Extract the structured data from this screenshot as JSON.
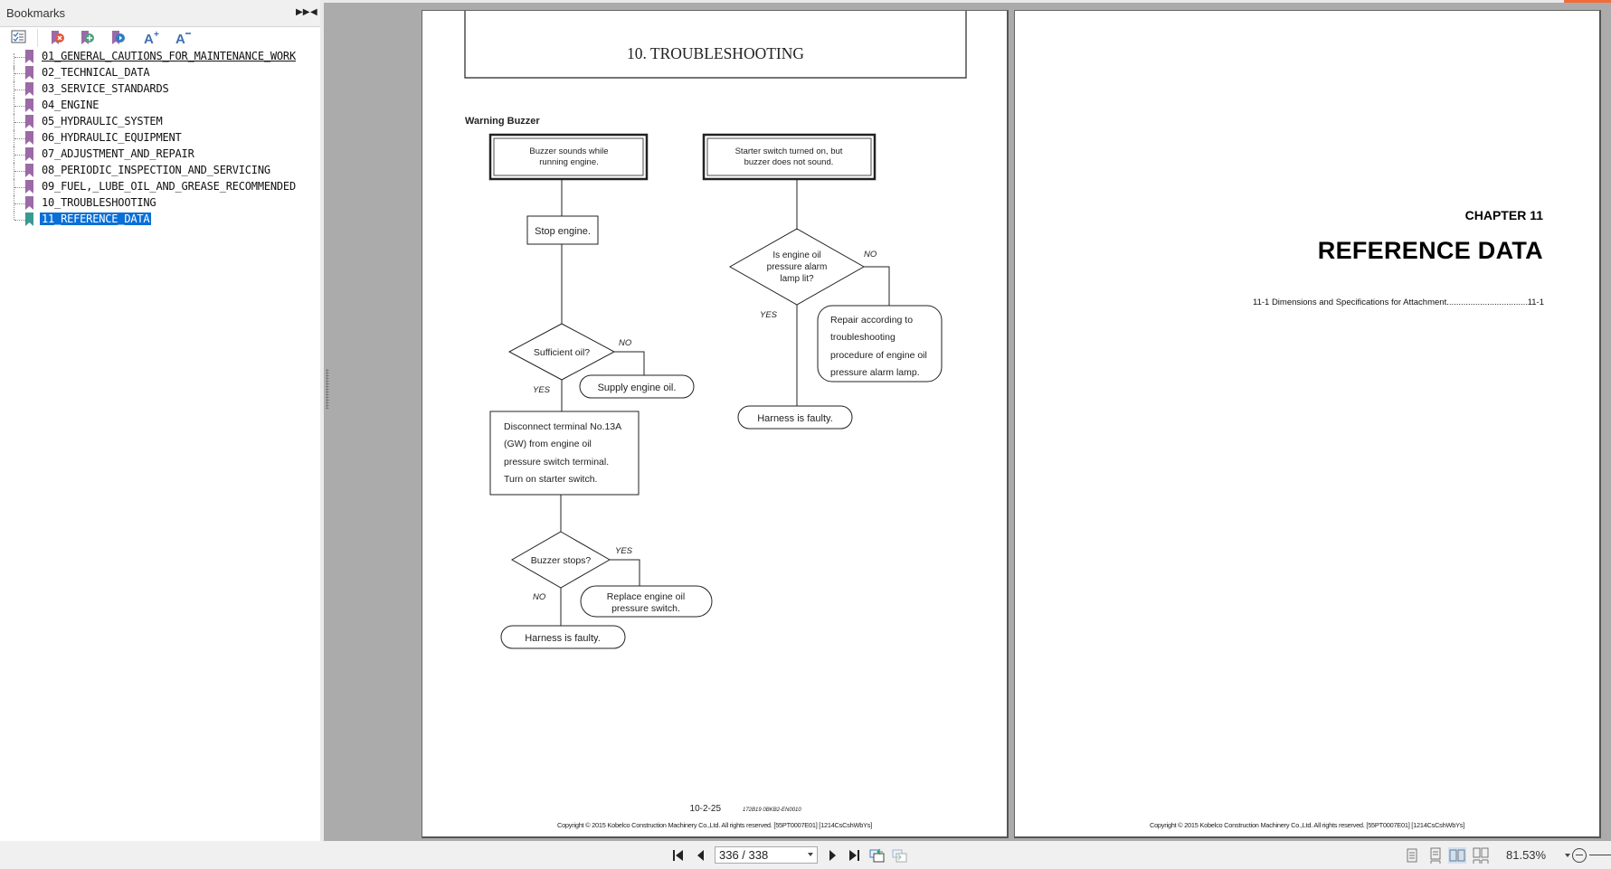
{
  "panel": {
    "title": "Bookmarks",
    "toolbar": [
      {
        "name": "expand-all-icon",
        "label": "Expand all"
      },
      {
        "name": "delete-bookmark-icon",
        "label": "Delete bookmark"
      },
      {
        "name": "add-bookmark-icon",
        "label": "Add bookmark"
      },
      {
        "name": "goto-bookmark-icon",
        "label": "Go to bookmark"
      },
      {
        "name": "increase-font-icon",
        "label": "A+"
      },
      {
        "name": "decrease-font-icon",
        "label": "A-"
      }
    ],
    "bookmarks": [
      {
        "label": "01_GENERAL_CAUTIONS_FOR_MAINTENANCE_WORK",
        "state": "hovered"
      },
      {
        "label": "02_TECHNICAL_DATA",
        "state": "normal"
      },
      {
        "label": "03_SERVICE_STANDARDS",
        "state": "normal"
      },
      {
        "label": "04_ENGINE",
        "state": "normal"
      },
      {
        "label": "05_HYDRAULIC_SYSTEM",
        "state": "normal"
      },
      {
        "label": "06_HYDRAULIC_EQUIPMENT",
        "state": "normal"
      },
      {
        "label": "07_ADJUSTMENT_AND_REPAIR",
        "state": "normal"
      },
      {
        "label": "08_PERIODIC_INSPECTION_AND_SERVICING",
        "state": "normal"
      },
      {
        "label": "09_FUEL,_LUBE_OIL_AND_GREASE_RECOMMENDED",
        "state": "normal"
      },
      {
        "label": "10_TROUBLESHOOTING",
        "state": "normal"
      },
      {
        "label": "11_REFERENCE_DATA",
        "state": "selected"
      }
    ],
    "colors": {
      "bookmark": "#9c6aa6",
      "bookmark_selected": "#3a9a92",
      "selection": "#0a6fd6"
    }
  },
  "left_page": {
    "header_title": "10. TROUBLESHOOTING",
    "section_title": "Warning Buzzer",
    "flow_left": {
      "start": [
        "Buzzer sounds while",
        "running engine."
      ],
      "step1": "Stop engine.",
      "decision1": "Sufficient oil?",
      "decision1_no": "NO",
      "decision1_yes": "YES",
      "action_no": "Supply engine oil.",
      "step2": [
        "Disconnect terminal No.13A",
        " (GW) from engine oil",
        "pressure switch terminal.",
        "Turn on starter switch."
      ],
      "decision2": "Buzzer stops?",
      "decision2_yes": "YES",
      "decision2_no": "NO",
      "action_yes": [
        "Replace engine oil",
        "pressure switch."
      ],
      "action_no2": "Harness is faulty."
    },
    "flow_right": {
      "start": [
        "Starter switch turned on, but",
        "buzzer does not sound."
      ],
      "decision": [
        "Is engine oil",
        "pressure alarm",
        "lamp lit?"
      ],
      "decision_no": "NO",
      "decision_yes": "YES",
      "action_no": [
        "Repair according to",
        "troubleshooting",
        "procedure of engine oil",
        "pressure alarm lamp."
      ],
      "action_yes": "Harness is faulty."
    },
    "page_number": "10-2-25",
    "page_code": "172B19  0BKB2-EN0010",
    "copyright": "Copyright © 2015 Kobelco Construction Machinery Co.,Ltd. All rights reserved. [55PT0007E01] [1214CsCshWbYs]"
  },
  "right_page": {
    "chapter": "CHAPTER 11",
    "title": "REFERENCE DATA",
    "toc": [
      {
        "label": "11-1 Dimensions and Specifications for Attachment ",
        "page": "11-1"
      }
    ],
    "copyright": "Copyright © 2015 Kobelco Construction Machinery Co.,Ltd. All rights reserved. [55PT0007E01] [1214CsCshWbYs]"
  },
  "statusbar": {
    "page_indicator": "336 / 338",
    "current_page": 336,
    "total_pages": 338,
    "zoom": "81.53%",
    "active_view": "two-page"
  }
}
